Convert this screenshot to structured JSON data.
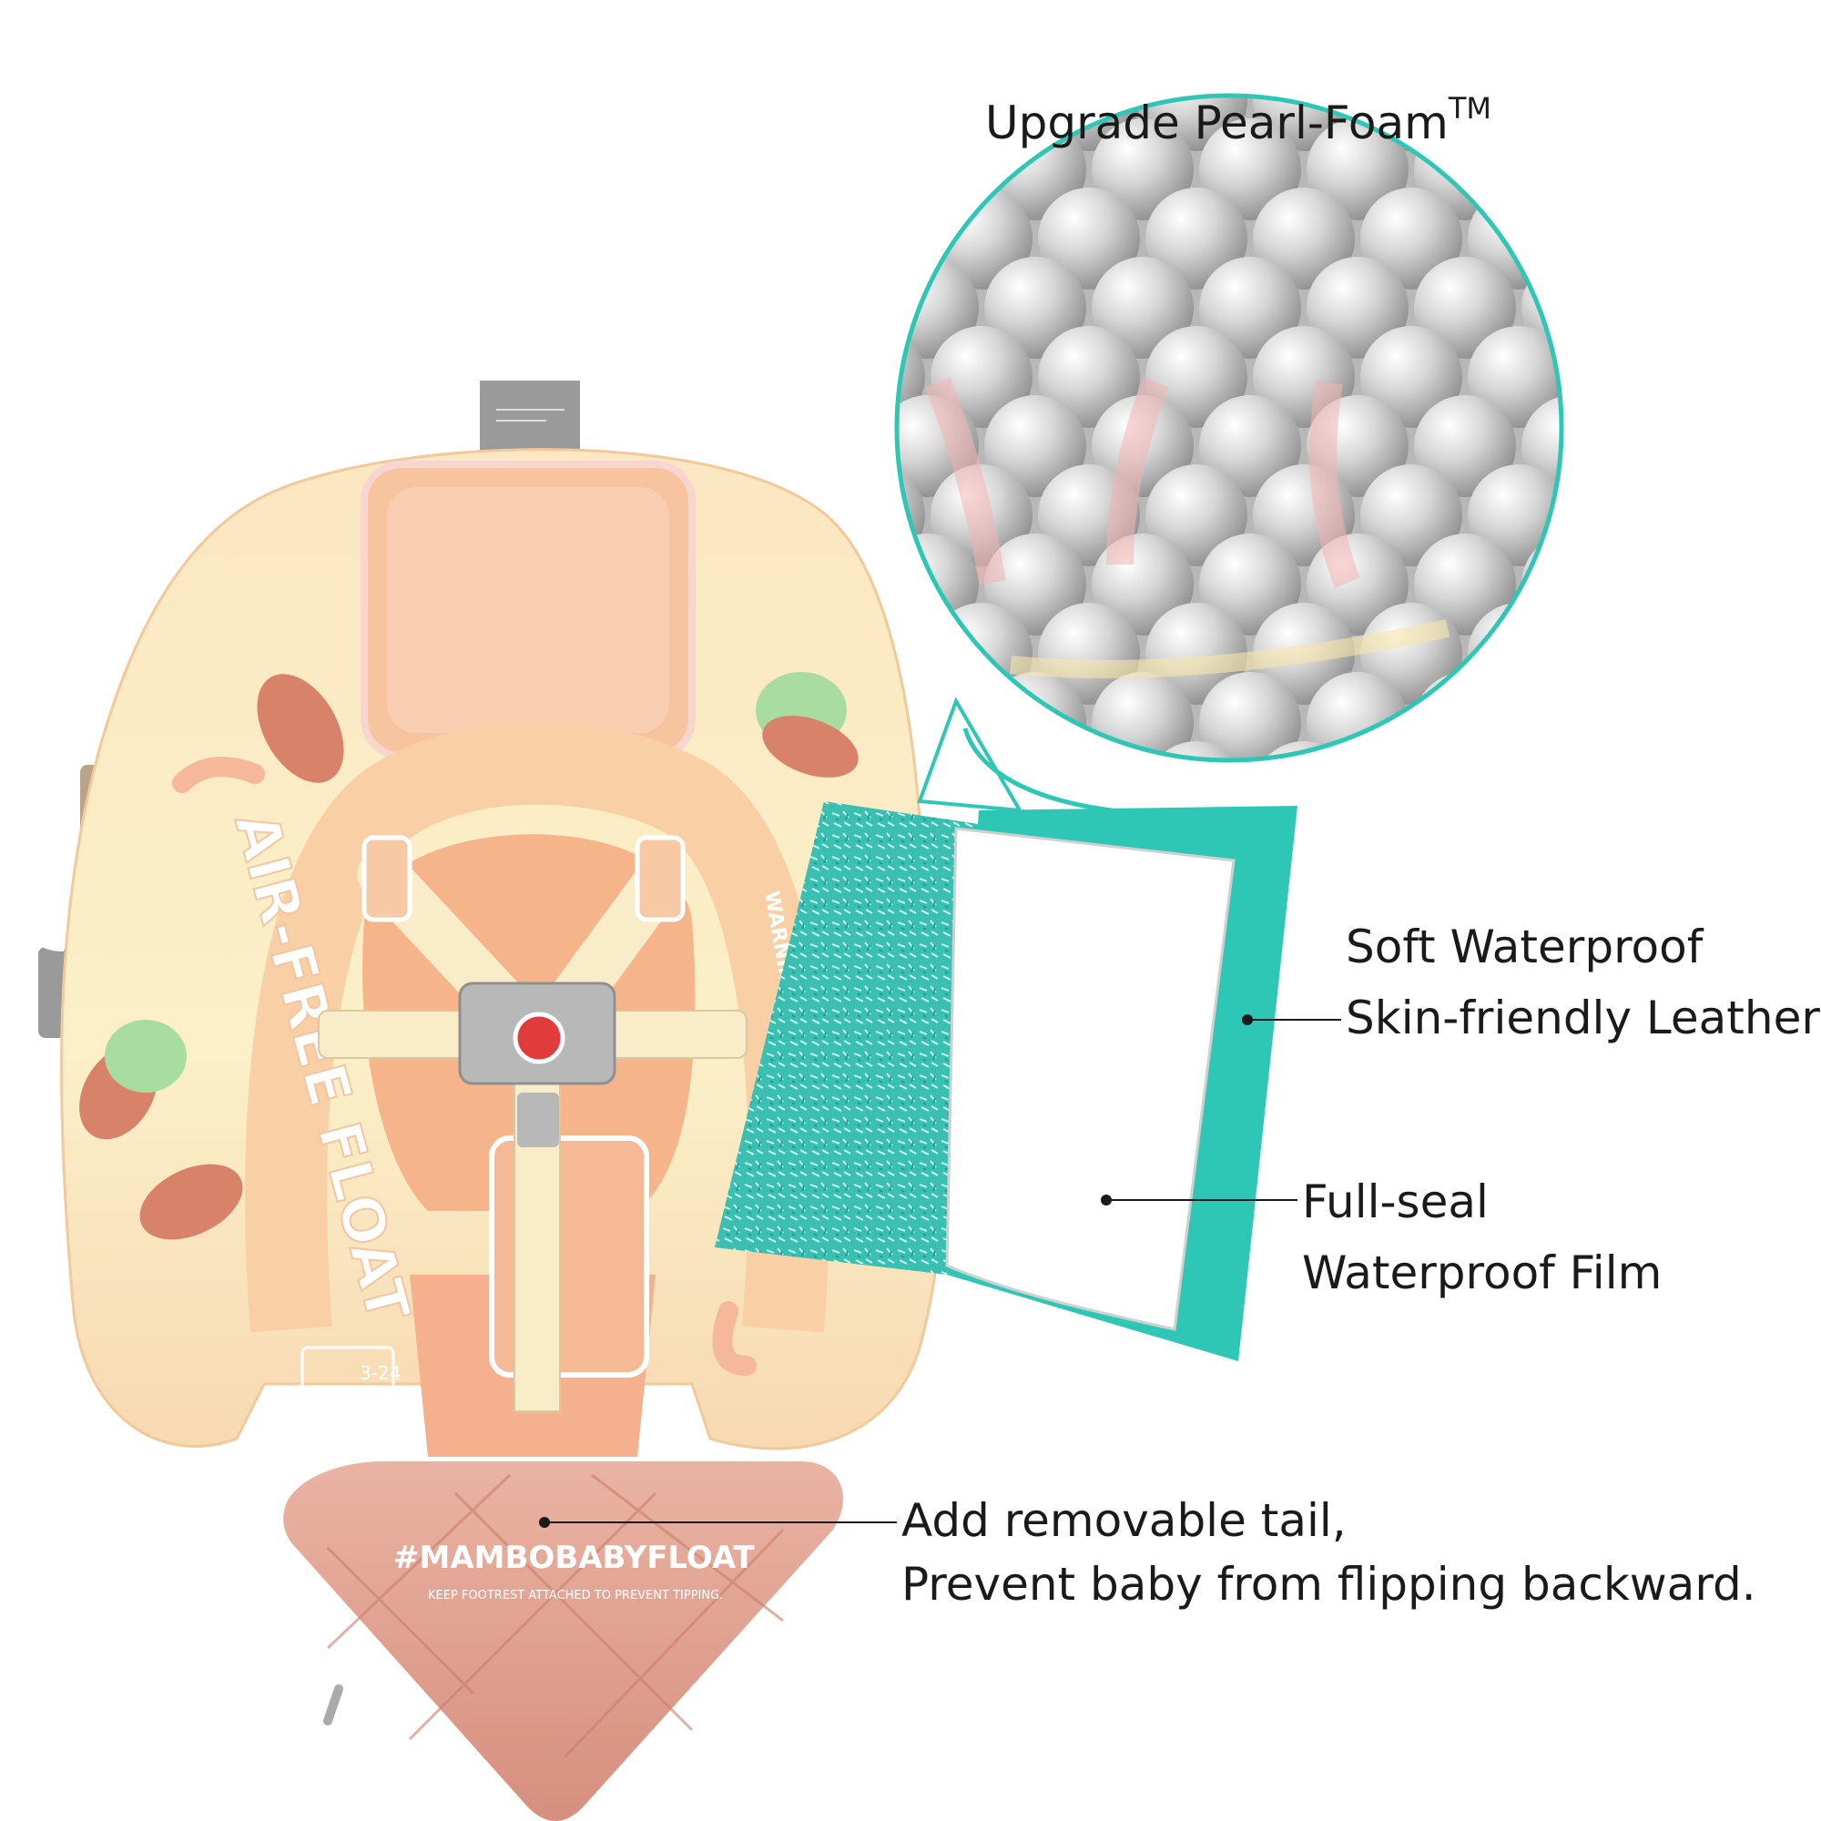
{
  "title": {
    "text": "Upgrade Pearl-Foam",
    "mark": "TM"
  },
  "callouts": {
    "leather": {
      "line1": "Soft Waterproof",
      "line2": "Skin-friendly Leather"
    },
    "film": {
      "line1": "Full-seal",
      "line2": "Waterproof Film"
    },
    "tail": {
      "line1": "Add removable tail,",
      "line2": "Prevent baby from flipping backward."
    }
  },
  "product": {
    "ring_text": "AIR-FREE FLOAT",
    "tail_text": "#MAMBOBABYFLOAT",
    "tail_warning": "KEEP FOOTREST ATTACHED TO PREVENT TIPPING.",
    "age_badge": "3-24",
    "warning_text": "WARNING!"
  },
  "colors": {
    "teal": "#2ec7b5",
    "float_cream": "#fbefc4",
    "peach": "#f4b48f",
    "tail_pink": "#e3a08f",
    "foam_ball": "#c8c8c8"
  }
}
